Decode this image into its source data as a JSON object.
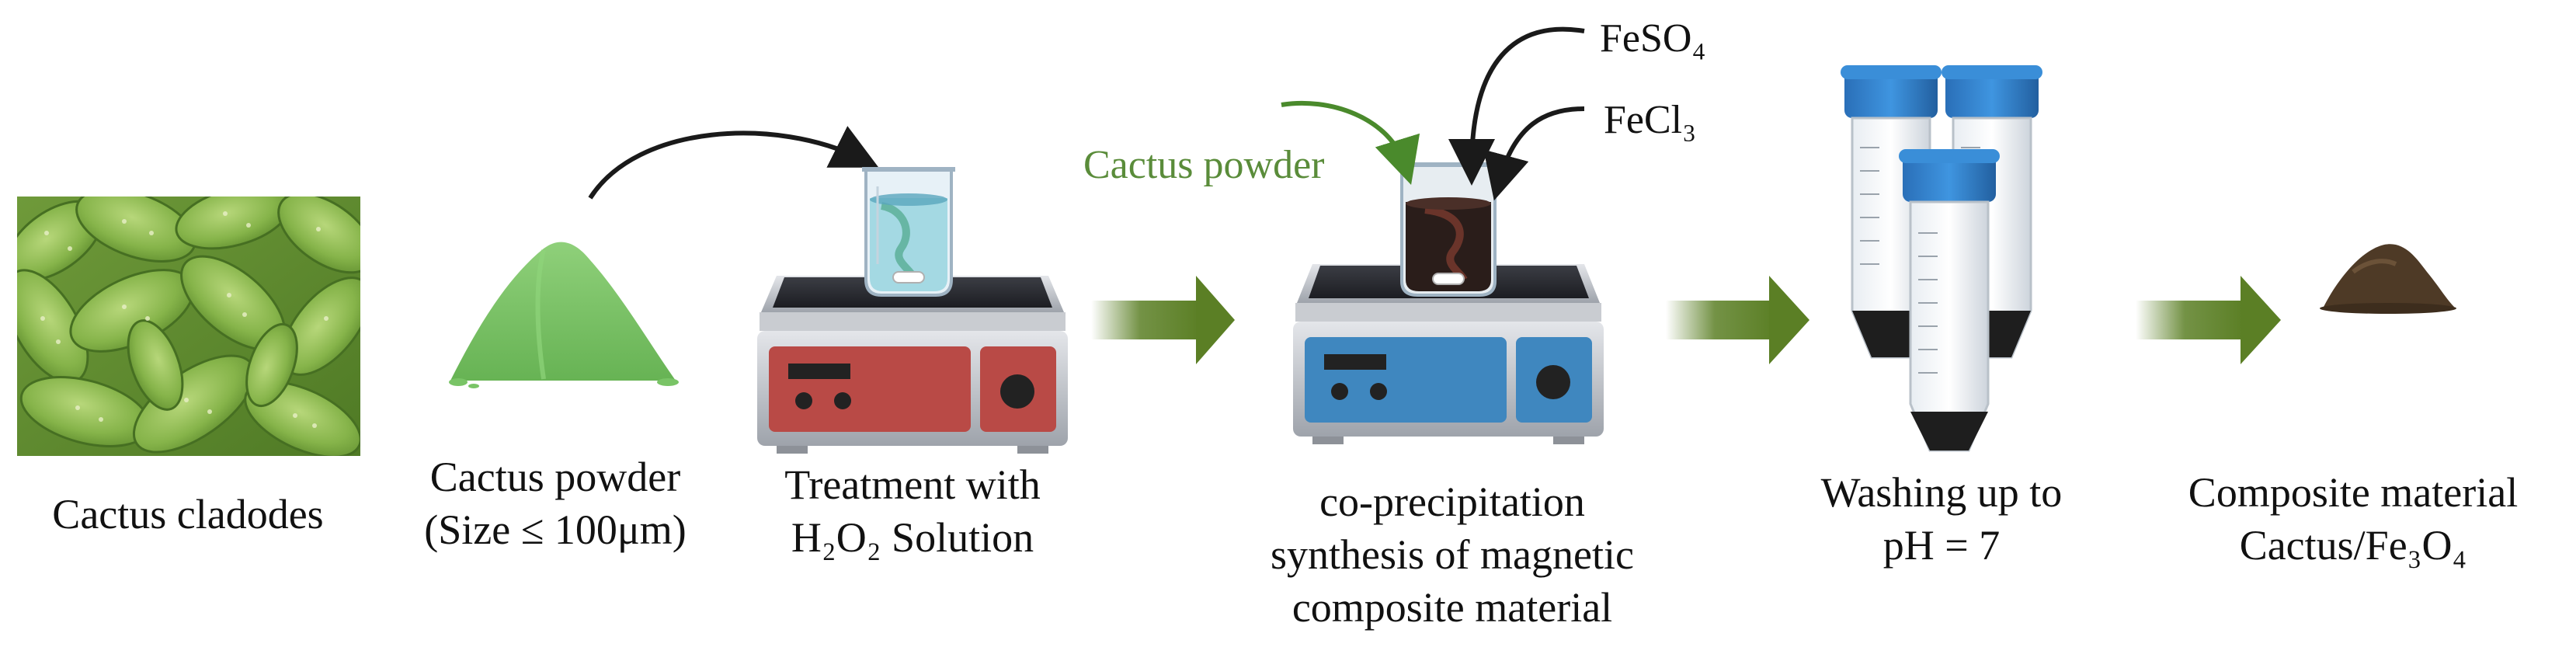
{
  "steps": [
    {
      "id": "cladodes",
      "caption_lines": [
        "Cactus cladodes"
      ]
    },
    {
      "id": "powder",
      "caption_lines": [
        "Cactus powder",
        "(Size ≤ 100μm)"
      ]
    },
    {
      "id": "treatment",
      "caption_lines": [
        "Treatment with",
        "H₂O₂ Solution"
      ]
    },
    {
      "id": "coprecip",
      "caption_lines": [
        "co-precipitation",
        "synthesis of magnetic",
        "composite material"
      ]
    },
    {
      "id": "washing",
      "caption_lines": [
        "Washing up to",
        "pH = 7"
      ]
    },
    {
      "id": "composite",
      "caption_lines": [
        "Composite material",
        "Cactus/Fe₃O₄"
      ]
    }
  ],
  "reagents": {
    "feso4": "FeSO₄",
    "fecl3": "FeCl₃",
    "cactus_powder": "Cactus powder"
  },
  "colors": {
    "flow_arrow": "#5b7f25",
    "cactus_label": "#5a8c3a",
    "powder": "#7cc268",
    "hotplate_red": "#b94a46",
    "hotplate_blue": "#3f87bf",
    "tube_cap": "#2f7fcf",
    "composite": "#4e3a26"
  },
  "icons": [
    "cactus-photo",
    "powder-pile",
    "hotplate",
    "beaker",
    "stir-bar",
    "centrifuge-tube",
    "composite-pile",
    "curved-arrow",
    "flow-arrow"
  ]
}
